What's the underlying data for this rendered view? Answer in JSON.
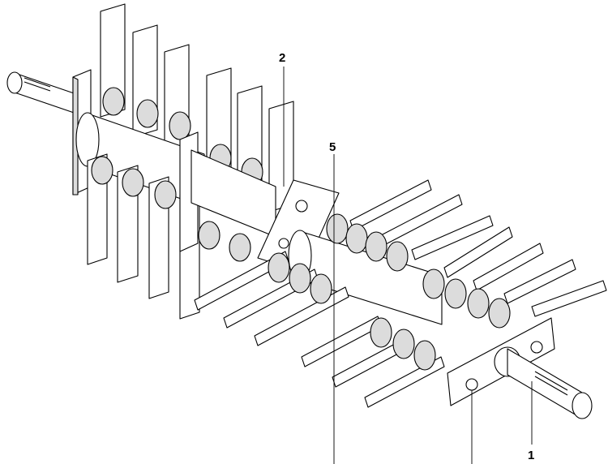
{
  "callouts": {
    "c1": "1",
    "c2": "2",
    "c5": "5"
  },
  "colors": {
    "line": "#000000",
    "background": "#ffffff",
    "shade": "#dcdcdc"
  }
}
